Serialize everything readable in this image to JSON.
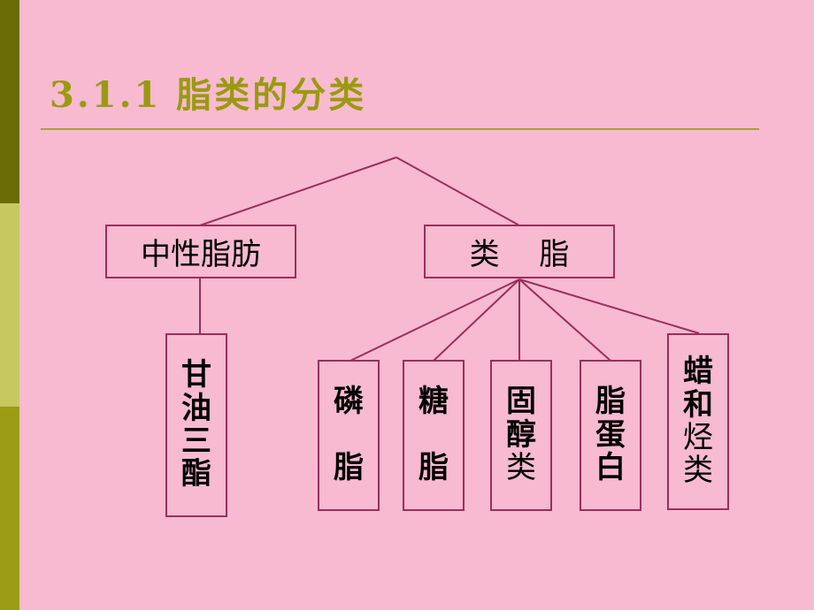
{
  "title": "3.1.1 脂类的分类",
  "colors": {
    "background": "#f7bad0",
    "title": "#9a9a10",
    "rule": "#a3a33a",
    "box_border": "#9b2e5d",
    "connector": "#9b2e5d"
  },
  "nodes": {
    "neutral_fat": "中性脂肪",
    "lipoid": "类　 脂",
    "triglyceride": [
      "甘",
      "油",
      "三",
      "酯"
    ],
    "phospholipid": [
      "磷",
      " ",
      "脂"
    ],
    "glycolipid": [
      "糖",
      " ",
      "脂"
    ],
    "sterol": [
      "固",
      "醇",
      "类"
    ],
    "lipoprotein": [
      "脂",
      "蛋",
      "白"
    ],
    "wax_terpene": [
      "蜡",
      "和",
      "烃",
      "类"
    ]
  }
}
